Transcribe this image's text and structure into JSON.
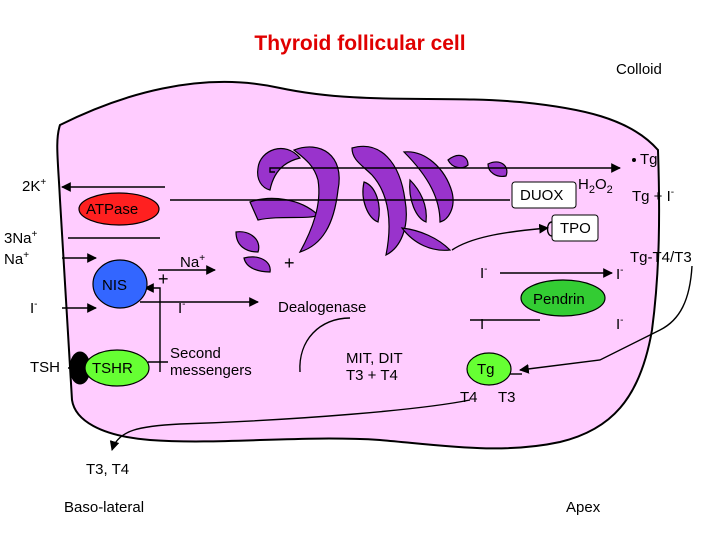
{
  "title": "Thyroid follicular cell",
  "regions": {
    "colloid": "Colloid",
    "baso_lateral": "Baso-lateral",
    "apex": "Apex"
  },
  "ions": {
    "k2": "2K",
    "na3": "3Na",
    "na": "Na",
    "na_inner": "Na",
    "iodide": "I",
    "iodide_inner": "I",
    "iodide_mid": "I",
    "iodide_lower": "I",
    "iodide_right": "I",
    "iodide_right_lower": "I",
    "charge_plus": "+",
    "charge_minus": "-"
  },
  "molecules": {
    "tsh": "TSH",
    "second_messengers_1": "Second",
    "second_messengers_2": "messengers",
    "dealogenase": "Dealogenase",
    "mit_dit_1": "MIT, DIT",
    "mit_dit_2": "T3 + T4",
    "h2o2_h": "H",
    "h2o2_sub": "2",
    "h2o2_o": "O",
    "h2o2_sub2": "2",
    "tg_colloid": "Tg",
    "tg_plus_i": "Tg + I",
    "tg_t4_t3": "Tg-T4/T3",
    "t4": "T4",
    "t3": "T3",
    "t3_t4_out": "T3, T4"
  },
  "proteins": {
    "atpase": "ATPase",
    "nis": "NIS",
    "tshr": "TSHR",
    "duox": "DUOX",
    "tpo": "TPO",
    "pendrin": "Pendrin",
    "tg": "Tg"
  },
  "signs": {
    "plus_nis": "+",
    "plus_top": "+"
  },
  "colors": {
    "cell": "#ffccff",
    "golgi": "#9933cc",
    "atpase": "#ff2020",
    "nis": "#3366ff",
    "tshr": "#66ff33",
    "pendrin": "#33cc33",
    "tg": "#66ff33",
    "title": "#e00000"
  }
}
